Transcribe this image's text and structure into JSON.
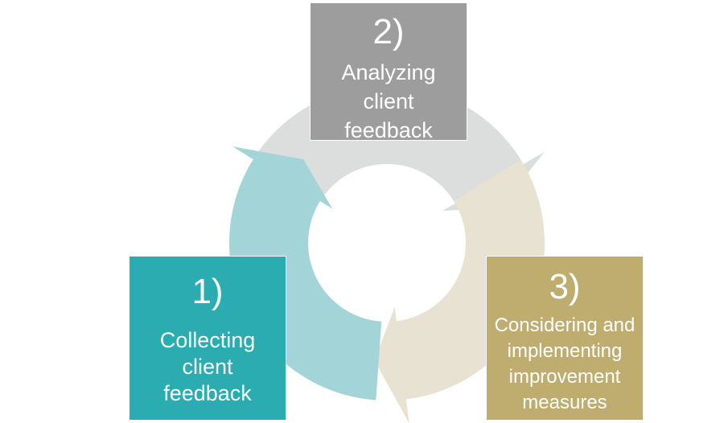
{
  "colors": {
    "step1_box": "#2aacb0",
    "step2_box": "#9c9d9c",
    "step3_box": "#bfad70",
    "arrow_teal": "#a3d4d7",
    "arrow_grey": "#dcdddd",
    "arrow_beige": "#e8e2d3"
  },
  "steps": [
    {
      "number": "1)",
      "label": "Collecting\nclient\nfeedback"
    },
    {
      "number": "2)",
      "label": "Analyzing\nclient\nfeedback"
    },
    {
      "number": "3)",
      "label": "Considering and\nimplementing\nimprovement\nmeasures"
    }
  ]
}
